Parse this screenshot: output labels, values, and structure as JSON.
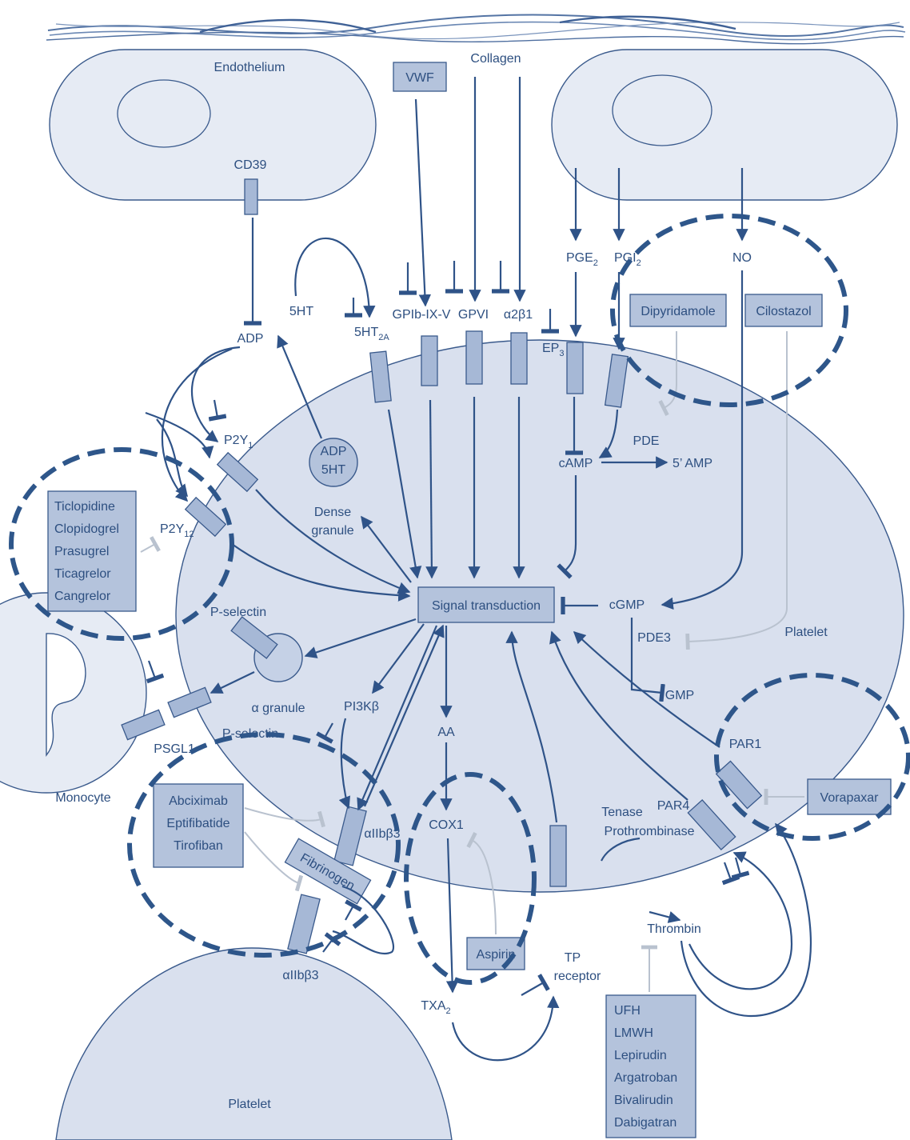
{
  "regions": {
    "endothelium": "Endothelium",
    "platelet_main": "Platelet",
    "platelet_bottom": "Platelet",
    "monocyte": "Monocyte"
  },
  "extracellular": {
    "vwf": "VWF",
    "collagen": "Collagen",
    "cd39": "CD39",
    "adp": "ADP",
    "ht5": "5HT",
    "pge2": "PGE",
    "pge2_sub": "2",
    "pgi2": "PGI",
    "pgi2_sub": "2",
    "no": "NO"
  },
  "receptors": {
    "ht2a": "5HT",
    "ht2a_sub": "2A",
    "gpib": "GPIb-IX-V",
    "gpvi": "GPVI",
    "a2b1": "α2β1",
    "ep3": "EP",
    "ep3_sub": "3",
    "p2y1": "P2Y",
    "p2y1_sub": "1",
    "p2y12": "P2Y",
    "p2y12_sub": "12",
    "pselectin_top": "P-selectin",
    "pselectin_bottom": "P-selectin",
    "psgl1": "PSGL1",
    "aiib_top": "αIIbβ3",
    "aiib_bottom": "αIIbβ3",
    "tp_line1": "TP",
    "tp_line2": "receptor",
    "par1": "PAR1",
    "par4": "PAR4"
  },
  "intracellular": {
    "dense_adp": "ADP",
    "dense_5ht": "5HT",
    "dense_label1": "Dense",
    "dense_label2": "granule",
    "alpha_granule": "α granule",
    "pde": "PDE",
    "camp": "cAMP",
    "amp5": "5’ AMP",
    "signal": "Signal transduction",
    "cgmp": "cGMP",
    "pde3": "PDE3",
    "gmp": "GMP",
    "pi3k": "PI3Kβ",
    "aa": "AA",
    "cox1": "COX1",
    "txa2": "TXA",
    "txa2_sub": "2",
    "fibrinogen": "Fibrinogen",
    "tenase": "Tenase",
    "prothrombinase": "Prothrombinase",
    "thrombin": "Thrombin"
  },
  "drugs": {
    "dipyridamole": "Dipyridamole",
    "cilostazol": "Cilostazol",
    "p2y12_inhibitors": [
      "Ticlopidine",
      "Clopidogrel",
      "Prasugrel",
      "Ticagrelor",
      "Cangrelor"
    ],
    "gp_inhibitors": [
      "Abciximab",
      "Eptifibatide",
      "Tirofiban"
    ],
    "aspirin": "Aspirin",
    "vorapaxar": "Vorapaxar",
    "anticoagulants": [
      "UFH",
      "LMWH",
      "Lepirudin",
      "Argatroban",
      "Bivalirudin",
      "Dabigatran"
    ]
  },
  "colors": {
    "line": "#2f5388",
    "box_fill": "#b4c3dc",
    "cell_fill": "#e6ebf4",
    "platelet_fill": "#d9e0ee",
    "highlight_dash": "#2e568a",
    "inhibition_light": "#b9c2cf"
  }
}
